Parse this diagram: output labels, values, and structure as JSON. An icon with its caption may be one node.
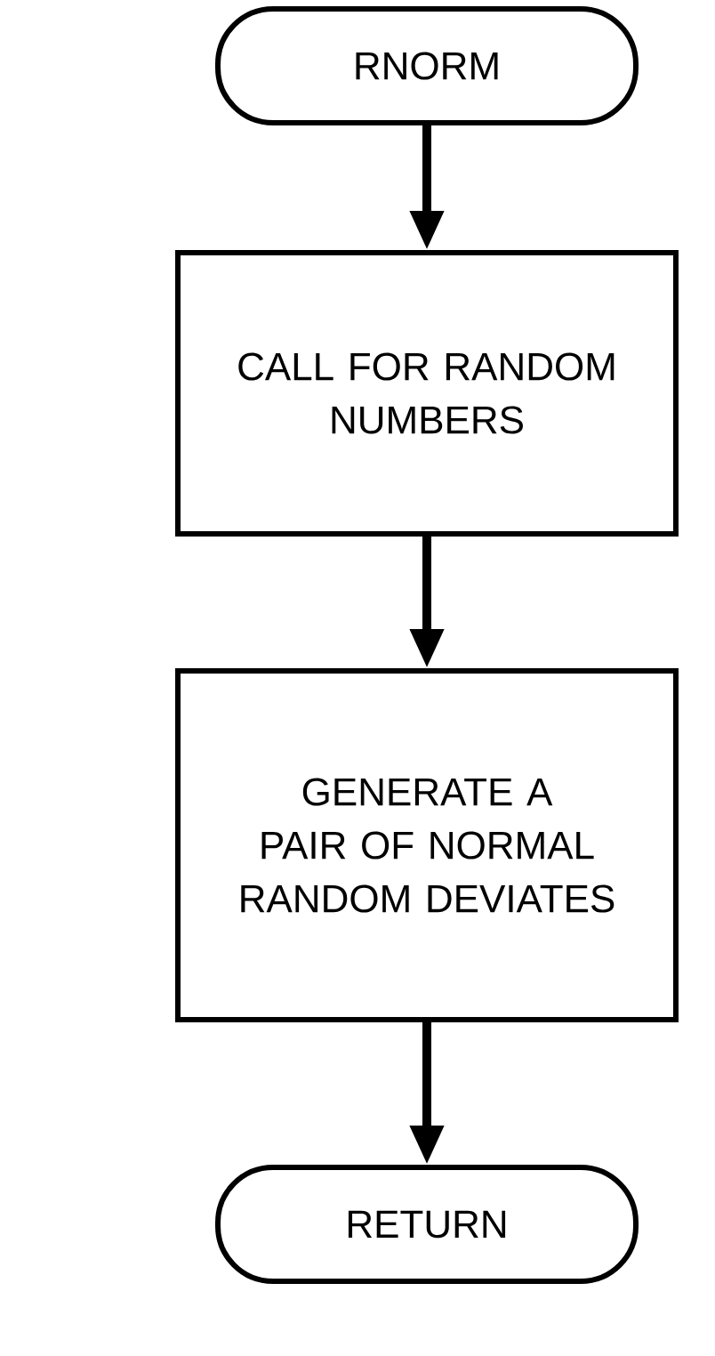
{
  "diagram": {
    "nodes": [
      {
        "text": [
          "RNORM"
        ]
      },
      {
        "text": [
          "CALL FOR RANDOM NUMBERS"
        ]
      },
      {
        "text": [
          "GENERATE A PAIR OF NORMAL RANDOM DEVIATES"
        ]
      },
      {
        "text": [
          "RETURN"
        ]
      }
    ],
    "edges": [
      {
        "from": 0,
        "to": 1,
        "arrow": "to"
      },
      {
        "from": 1,
        "to": 2,
        "arrow": "to"
      },
      {
        "from": 2,
        "to": 3,
        "arrow": "to"
      }
    ]
  }
}
